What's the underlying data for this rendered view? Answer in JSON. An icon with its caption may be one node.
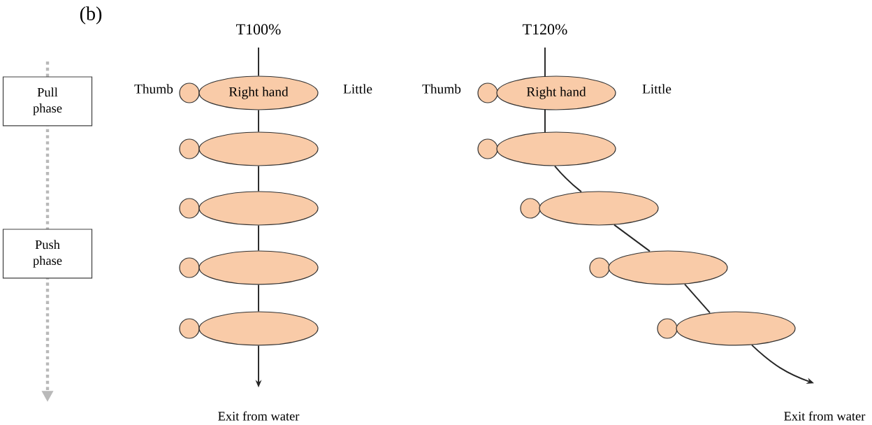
{
  "diagram": {
    "nodes": [
      {
        "text": [
          "Pull phase"
        ]
      },
      {
        "text": [
          "Push phase"
        ]
      },
      {
        "text": [],
        "shape": "circle"
      },
      {
        "text": [
          "Right hand"
        ]
      },
      {
        "text": [],
        "shape": "circle"
      },
      {
        "text": [],
        "shape": "ellipse"
      },
      {
        "text": [],
        "shape": "circle"
      },
      {
        "text": [],
        "shape": "ellipse"
      },
      {
        "text": [],
        "shape": "circle"
      },
      {
        "text": [],
        "shape": "ellipse"
      },
      {
        "text": [],
        "shape": "circle"
      },
      {
        "text": [],
        "shape": "ellipse"
      },
      {
        "text": [],
        "shape": "circle"
      },
      {
        "text": [
          "Right hand"
        ]
      },
      {
        "text": [],
        "shape": "circle"
      },
      {
        "text": [],
        "shape": "ellipse"
      },
      {
        "text": [],
        "shape": "circle"
      },
      {
        "text": [],
        "shape": "ellipse"
      },
      {
        "text": [],
        "shape": "circle"
      },
      {
        "text": [],
        "shape": "ellipse"
      },
      {
        "text": [],
        "shape": "circle"
      },
      {
        "text": [],
        "shape": "ellipse"
      },
      {
        "text": [
          "Exit from water"
        ]
      },
      {
        "text": [
          "Exit from water"
        ]
      }
    ],
    "edges": [
      {
        "from": null,
        "to": 3,
        "arrow": "none"
      },
      {
        "from": 3,
        "to": 5,
        "arrow": "none"
      },
      {
        "from": 5,
        "to": 7,
        "arrow": "none"
      },
      {
        "from": 7,
        "to": 9,
        "arrow": "none"
      },
      {
        "from": 9,
        "to": 11,
        "arrow": "none"
      },
      {
        "from": 11,
        "to": 22,
        "arrow": "to"
      },
      {
        "from": null,
        "to": 13,
        "arrow": "none"
      },
      {
        "from": 13,
        "to": 15,
        "arrow": "none"
      },
      {
        "from": 15,
        "to": 17,
        "arrow": "none"
      },
      {
        "from": 17,
        "to": 19,
        "arrow": "none"
      },
      {
        "from": 19,
        "to": 21,
        "arrow": "none"
      },
      {
        "from": 21,
        "to": 23,
        "arrow": "to"
      }
    ],
    "labels": [
      "(b)",
      "T100%",
      "T120%",
      "Thumb",
      "Little",
      "Thumb",
      "Little"
    ]
  }
}
